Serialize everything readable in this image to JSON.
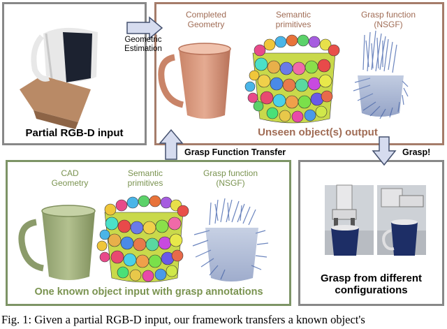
{
  "colors": {
    "gray_box": "#888888",
    "brown_box": "#a57c6a",
    "green_box": "#7d9466",
    "brown_text": "#a06c55",
    "green_text": "#7a9350",
    "arrow_fill": "#d6dcef",
    "arrow_stroke": "#44506e",
    "mug_brown": "#d4947a",
    "mug_green": "#9cab7c",
    "grasp_blue": "#5c78b8"
  },
  "panels": {
    "partial_input": {
      "label": "Partial RGB-D input"
    },
    "geometric_estimation": {
      "label_line1": "Geometric",
      "label_line2": "Estimation"
    },
    "unseen_output": {
      "col1_line1": "Completed",
      "col1_line2": "Geometry",
      "col2_line1": "Semantic",
      "col2_line2": "primitives",
      "col3_line1": "Grasp function",
      "col3_line2": "(NSGF)",
      "label": "Unseen object(s) output"
    },
    "known_input": {
      "col1_line1": "CAD",
      "col1_line2": "Geometry",
      "col2_line1": "Semantic",
      "col2_line2": "primitives",
      "col3_line1": "Grasp function",
      "col3_line2": "(NSGF)",
      "label": "One known object input with grasp annotations"
    },
    "grasp_transfer": {
      "label": "Grasp Function Transfer"
    },
    "grasp_arrow": {
      "label": "Grasp!"
    },
    "grasp_configs": {
      "label_line1": "Grasp from different",
      "label_line2": "configurations"
    }
  },
  "caption": "Fig. 1: Given a partial RGB-D input, our framework transfers a known object's"
}
